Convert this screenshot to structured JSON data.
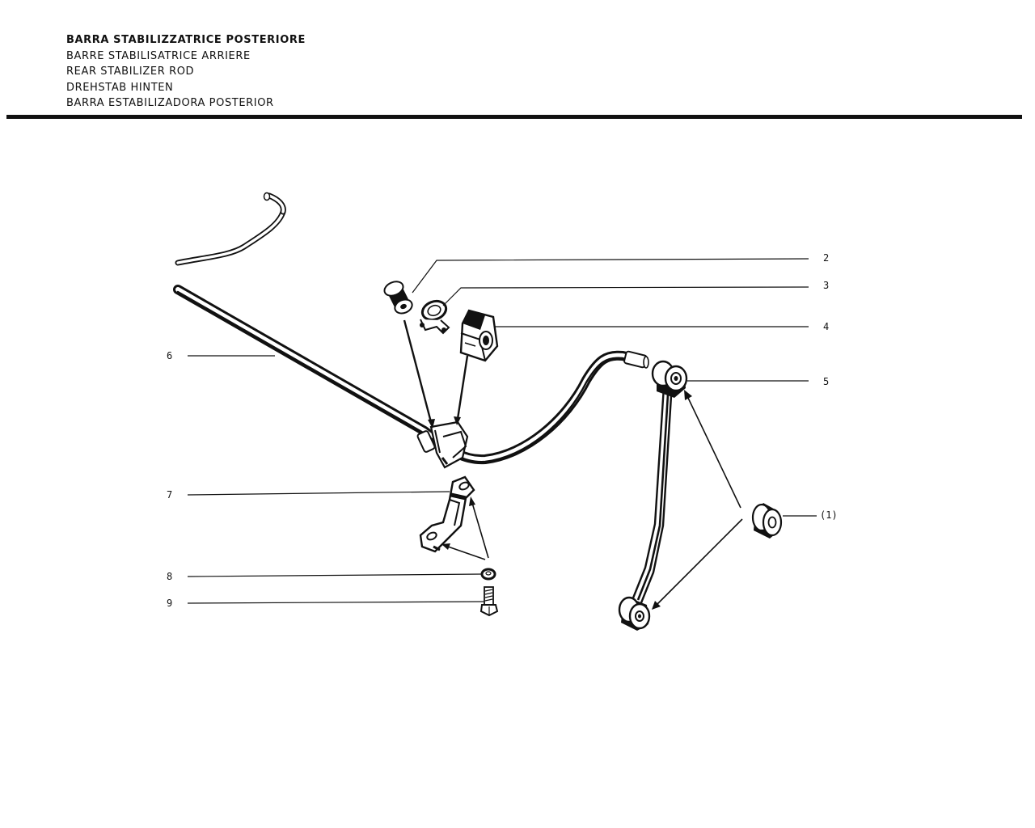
{
  "titles": [
    "BARRA STABILIZZATRICE POSTERIORE",
    "BARRE STABILISATRICE ARRIERE",
    "REAR STABILIZER ROD",
    "DREHSTAB HINTEN",
    "BARRA ESTABILIZADORA POSTERIOR"
  ],
  "callouts": {
    "p1": "(1)",
    "p2": "2",
    "p3": "3",
    "p4": "4",
    "p5": "5",
    "p6": "6",
    "p7": "7",
    "p8": "8",
    "p9": "9"
  },
  "colors": {
    "ink": "#111111",
    "paper": "#ffffff"
  }
}
